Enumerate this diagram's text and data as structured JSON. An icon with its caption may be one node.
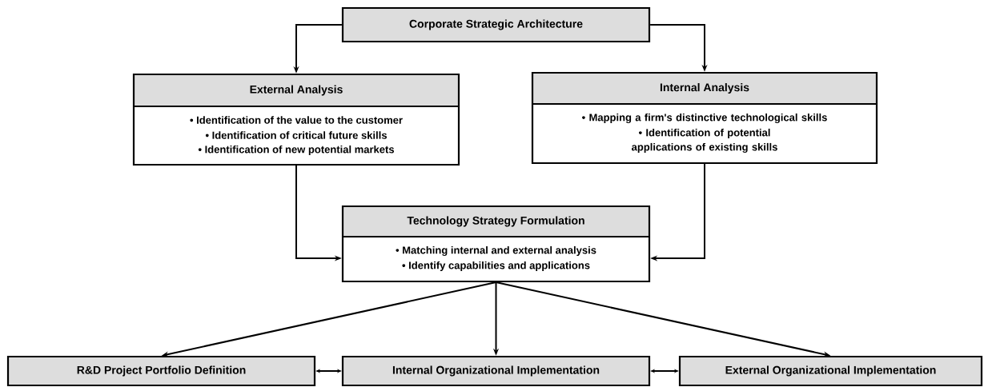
{
  "diagram": {
    "nodes": [
      {
        "text": [
          "Corporate Strategic Architecture"
        ]
      },
      {
        "text": [
          "External Analysis",
          "• Identification of the value to the customer",
          "• Identification of critical future skills",
          "• Identification of new potential markets"
        ]
      },
      {
        "text": [
          "Internal Analysis",
          "• Mapping a firm's distinctive technological skills",
          "• Identification of potential applications of existing skills"
        ]
      },
      {
        "text": [
          "Technology Strategy Formulation",
          "• Matching internal and external analysis",
          "• Identify capabilities and applications"
        ]
      },
      {
        "text": [
          "R&D Project Portfolio Definition"
        ]
      },
      {
        "text": [
          "Internal Organizational Implementation"
        ]
      },
      {
        "text": [
          "External Organizational Implementation"
        ]
      }
    ],
    "edges": [
      {
        "from": 0,
        "to": 1,
        "arrow": "to"
      },
      {
        "from": 0,
        "to": 2,
        "arrow": "to"
      },
      {
        "from": 1,
        "to": 3,
        "arrow": "to"
      },
      {
        "from": 2,
        "to": 3,
        "arrow": "to"
      },
      {
        "from": 3,
        "to": 4,
        "arrow": "to"
      },
      {
        "from": 3,
        "to": 5,
        "arrow": "to"
      },
      {
        "from": 3,
        "to": 6,
        "arrow": "to"
      },
      {
        "from": 4,
        "to": 5,
        "arrow": "both"
      },
      {
        "from": 5,
        "to": 6,
        "arrow": "both"
      }
    ]
  }
}
